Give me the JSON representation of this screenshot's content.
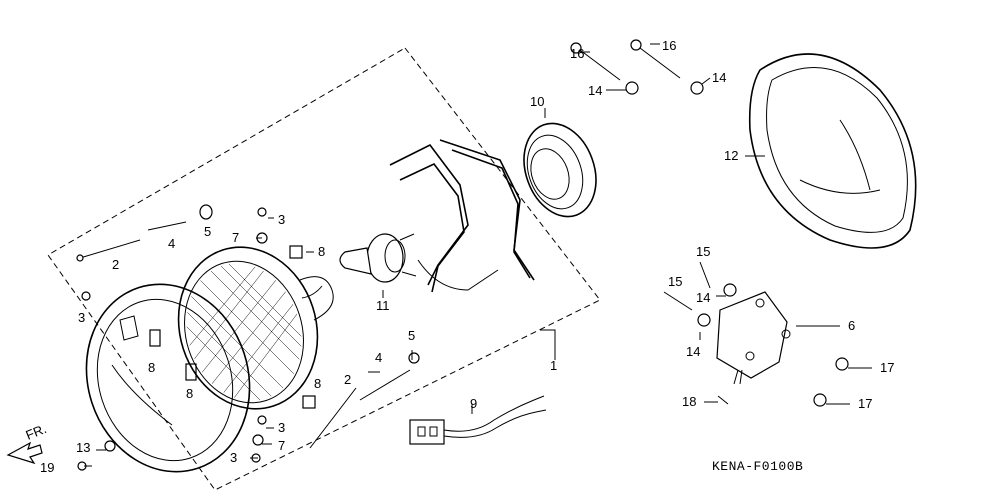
{
  "diagram": {
    "code": "KENA-F0100B",
    "direction": "FR.",
    "callouts": {
      "c1": "1",
      "c2a": "2",
      "c2b": "2",
      "c3a": "3",
      "c3b": "3",
      "c3c": "3",
      "c3d": "3",
      "c4a": "4",
      "c4b": "4",
      "c5a": "5",
      "c5b": "5",
      "c6": "6",
      "c7a": "7",
      "c7b": "7",
      "c8a": "8",
      "c8b": "8",
      "c8c": "8",
      "c8d": "8",
      "c9": "9",
      "c10": "10",
      "c11": "11",
      "c12": "12",
      "c13": "13",
      "c14a": "14",
      "c14b": "14",
      "c14c": "14",
      "c14d": "14",
      "c15a": "15",
      "c15b": "15",
      "c16a": "16",
      "c16b": "16",
      "c17a": "17",
      "c17b": "17",
      "c18": "18",
      "c19": "19"
    }
  }
}
